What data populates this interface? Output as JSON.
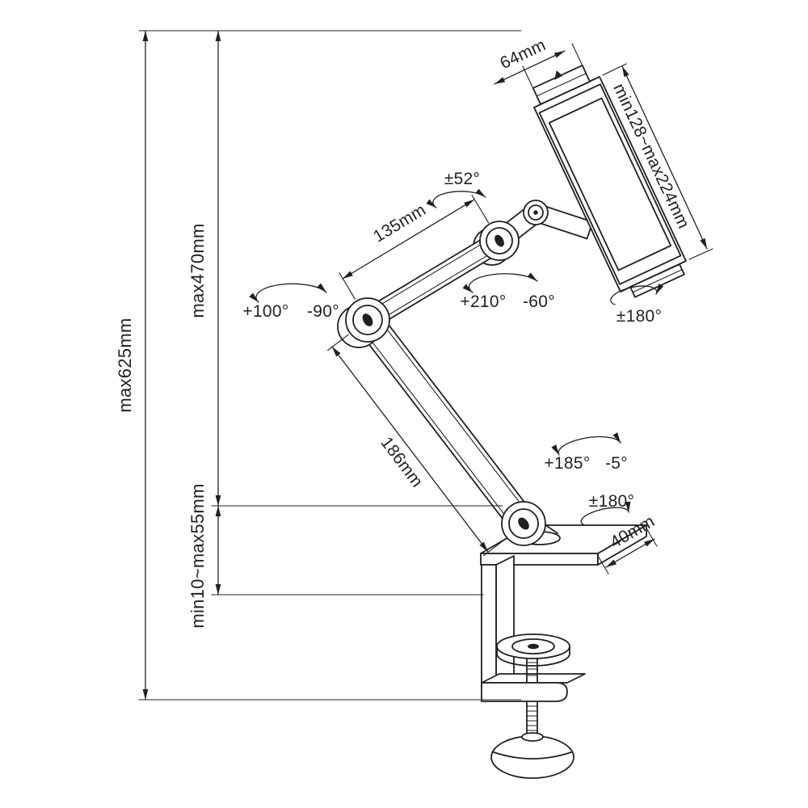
{
  "labels": {
    "overall_height": "max625mm",
    "arm_reach_height": "max470mm",
    "clamp_thickness": "min10~max55mm",
    "holder_jaw_width": "64mm",
    "holder_extension": "min128~max224mm",
    "holder_tilt": "±52°",
    "upper_arm_length": "135mm",
    "elbow_swivel_pos": "+100°",
    "elbow_swivel_neg": "-90°",
    "midjoint_swivel_pos": "+210°",
    "midjoint_swivel_neg": "-60°",
    "holder_rotation": "±180°",
    "lower_arm_length": "186mm",
    "base_swivel_pos": "+185°",
    "base_swivel_neg": "-5°",
    "base_rotation": "±180°",
    "clamp_depth": "40mm"
  },
  "colors": {
    "line": "#231f20",
    "background": "#ffffff"
  }
}
